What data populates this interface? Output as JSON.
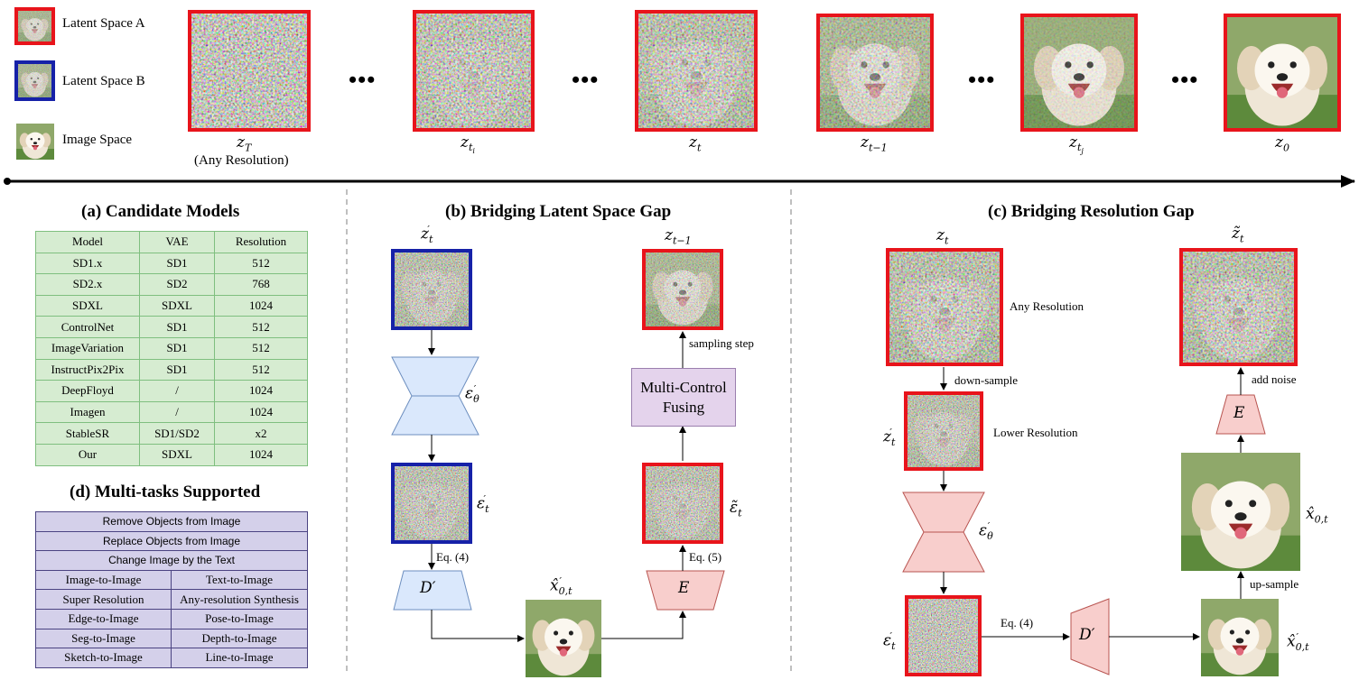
{
  "legend": [
    {
      "label": "Latent Space A"
    },
    {
      "label": "Latent Space B"
    },
    {
      "label": "Image Space"
    }
  ],
  "timeline": {
    "labels": [
      "z_T",
      "z_{t_i}",
      "z_t",
      "z_{t-1}",
      "z_{t_j}",
      "z_0"
    ],
    "note": "(Any Resolution)",
    "dots": "•••"
  },
  "panel_a": {
    "title": "(a) Candidate Models",
    "headers": [
      "Model",
      "VAE",
      "Resolution"
    ],
    "rows": [
      [
        "SD1.x",
        "SD1",
        "512"
      ],
      [
        "SD2.x",
        "SD2",
        "768"
      ],
      [
        "SDXL",
        "SDXL",
        "1024"
      ],
      [
        "ControlNet",
        "SD1",
        "512"
      ],
      [
        "ImageVariation",
        "SD1",
        "512"
      ],
      [
        "InstructPix2Pix",
        "SD1",
        "512"
      ],
      [
        "DeepFloyd",
        "/",
        "1024"
      ],
      [
        "Imagen",
        "/",
        "1024"
      ],
      [
        "StableSR",
        "SD1/SD2",
        "x2"
      ],
      [
        "Our",
        "SDXL",
        "1024"
      ]
    ]
  },
  "panel_d": {
    "title": "(d) Multi-tasks Supported",
    "full_rows": [
      "Remove Objects from Image",
      "Replace Objects from Image",
      "Change Image by the Text"
    ],
    "pair_rows": [
      [
        "Image-to-Image",
        "Text-to-Image"
      ],
      [
        "Super Resolution",
        "Any-resolution Synthesis"
      ],
      [
        "Edge-to-Image",
        "Pose-to-Image"
      ],
      [
        "Seg-to-Image",
        "Depth-to-Image"
      ],
      [
        "Sketch-to-Image",
        "Line-to-Image"
      ]
    ]
  },
  "panel_b": {
    "title": "(b) Bridging Latent  Space Gap",
    "z_in": "z′_t",
    "z_out": "z_{t−1}",
    "eps_theta": "ε′_θ",
    "eps_t": "ε′_t",
    "eps_tilde": "ε̃_t",
    "decoder": "D′",
    "encoder": "E",
    "x_hat": "x̂′_{0,t}",
    "eq4": "Eq. (4)",
    "eq5": "Eq. (5)",
    "sampling": "sampling step",
    "fusing_line1": "Multi-Control",
    "fusing_line2": "Fusing"
  },
  "panel_c": {
    "title": "(c) Bridging Resolution Gap",
    "z_in": "z_t",
    "z_out": "z̃_t",
    "z_low": "z′_t",
    "any_res": "Any Resolution",
    "lower_res": "Lower Resolution",
    "down": "down-sample",
    "up": "up-sample",
    "add_noise": "add noise",
    "eps_theta": "ε′_θ",
    "eps_t": "ε′_t",
    "decoder": "D′",
    "encoder": "E",
    "eq4": "Eq. (4)",
    "x_hat_big": "x̂_{0,t}",
    "x_hat_small": "x̂′_{0,t}"
  },
  "colors": {
    "latent_a_border": "#e8141b",
    "latent_b_border": "#1621a8",
    "blue_shape": "#dae8fc",
    "red_shape": "#f8cecc",
    "table_green": "#d6ecd1",
    "table_purple": "#d4d0ea",
    "fusing_purple": "#e4d3ec"
  }
}
